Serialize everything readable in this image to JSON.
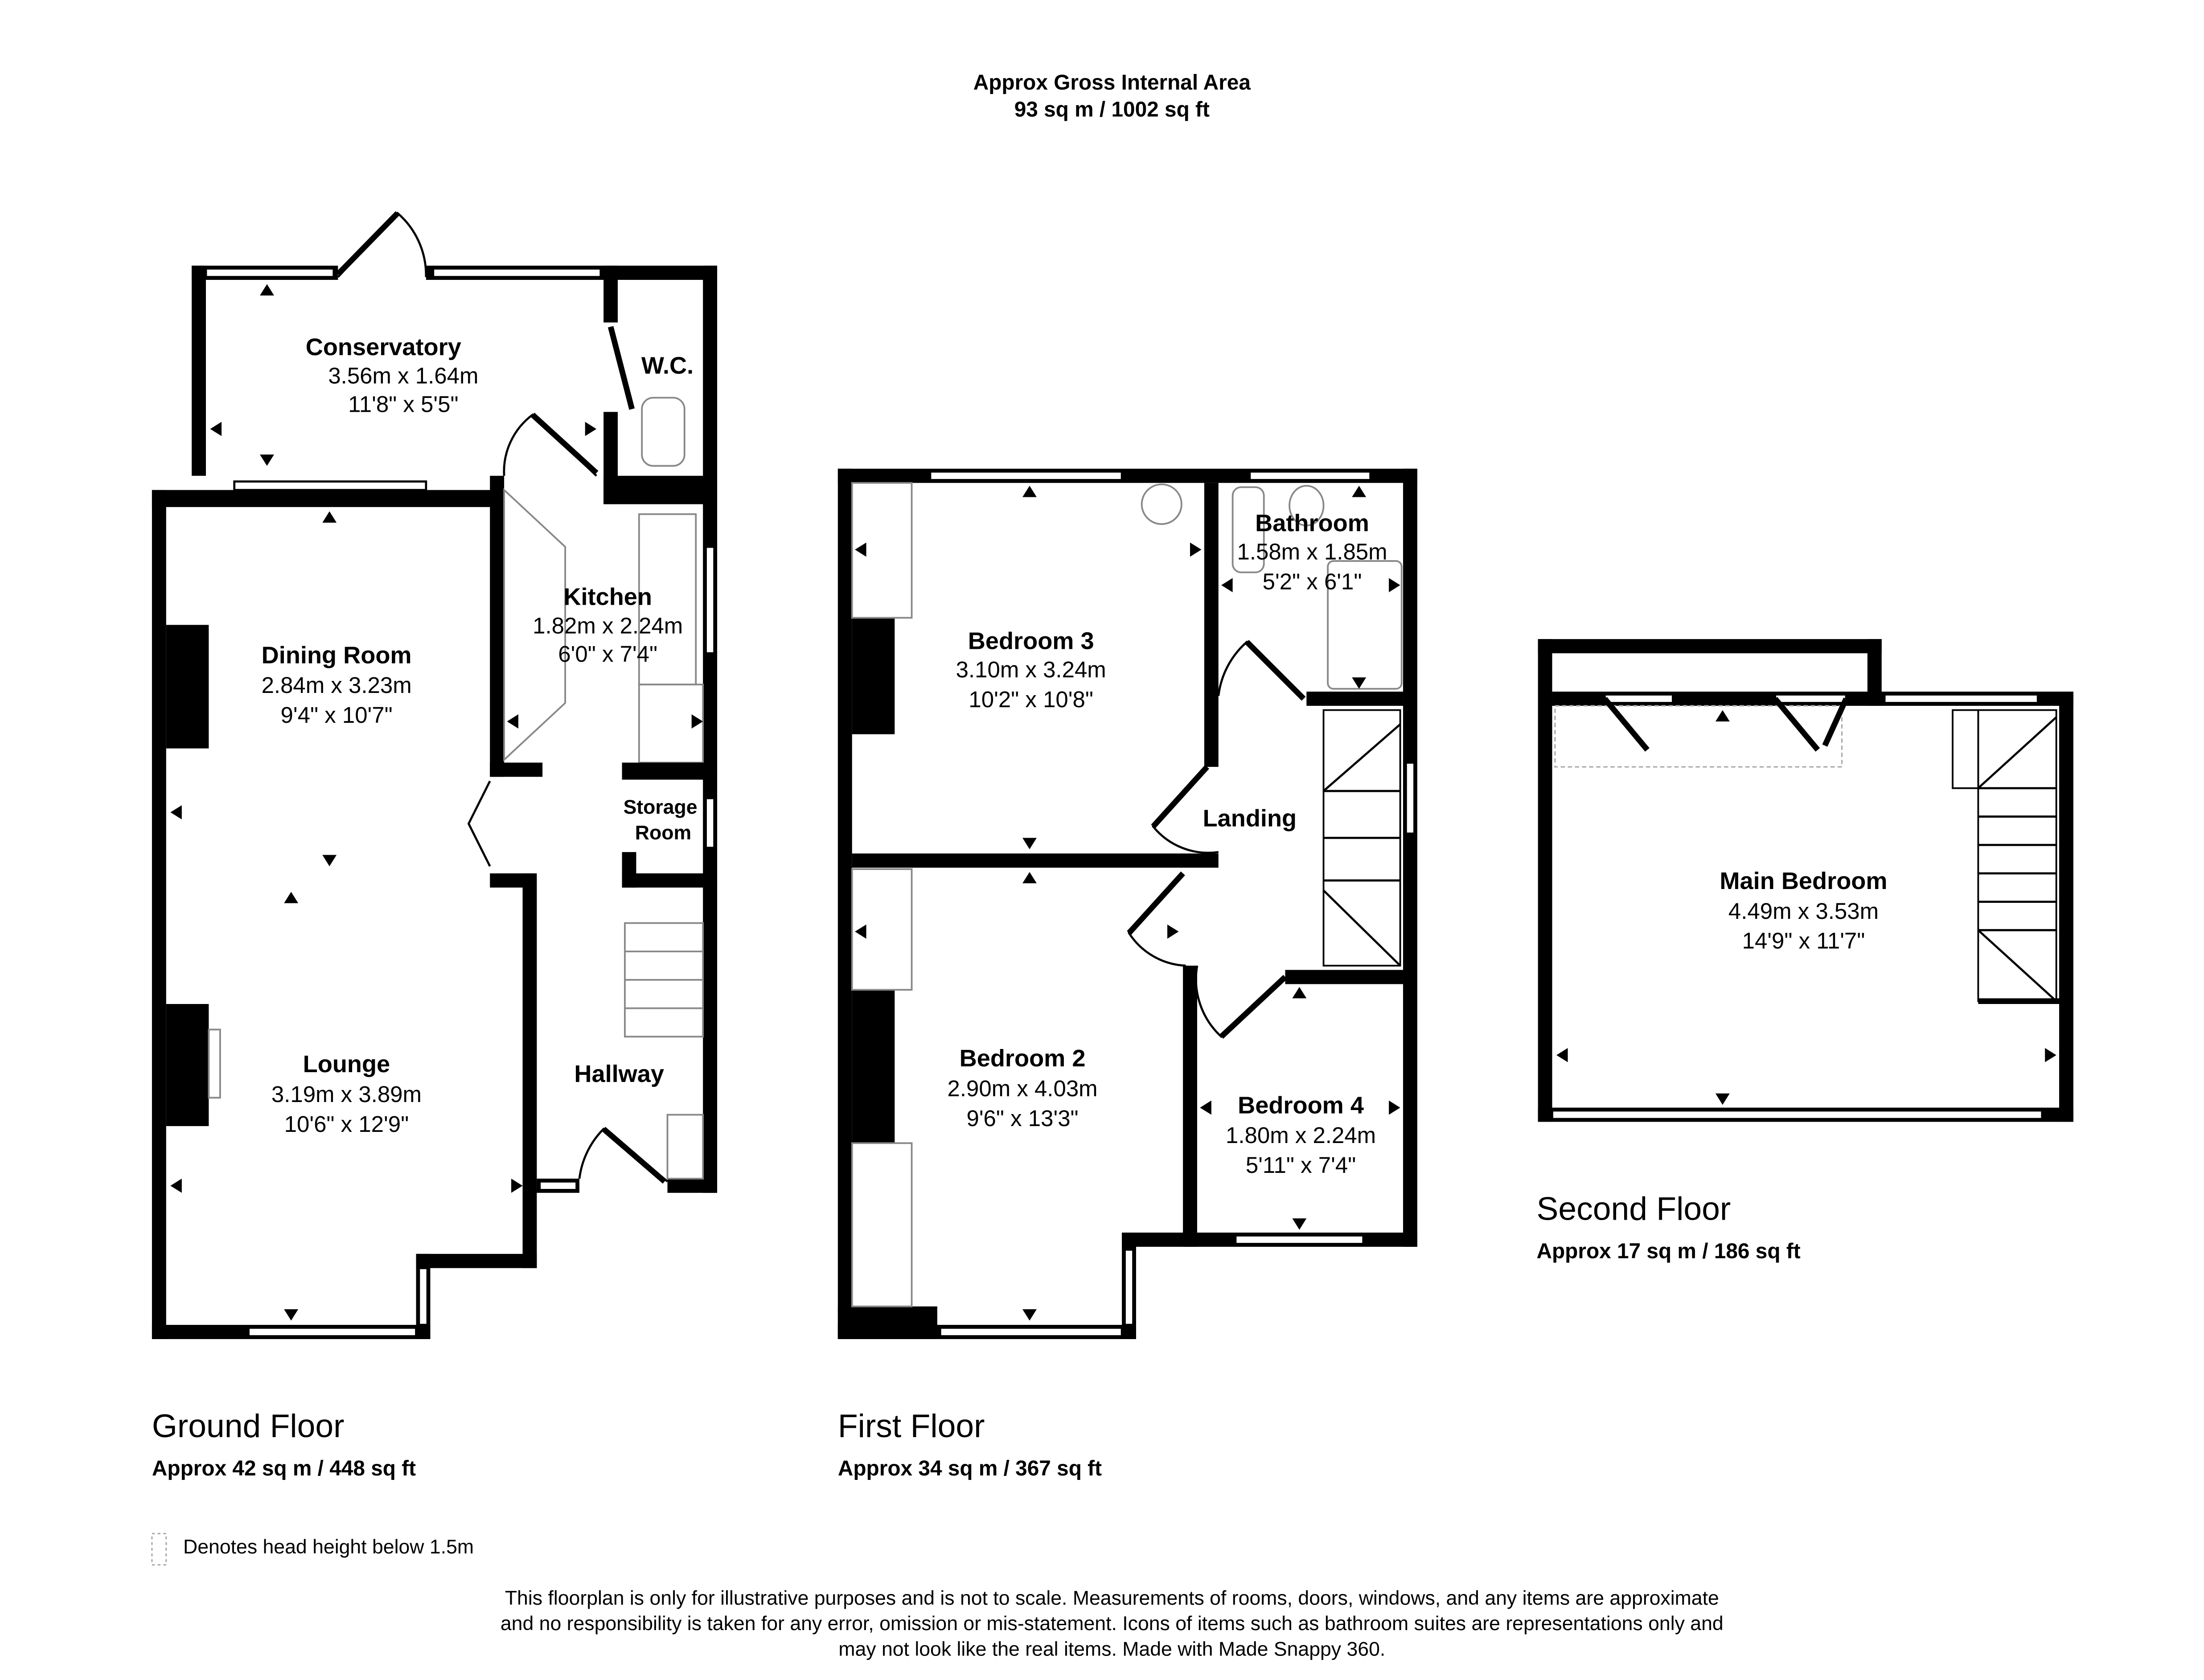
{
  "header": {
    "title": "Approx Gross Internal Area",
    "total": "93 sq m / 1002 sq ft"
  },
  "ground_floor": {
    "label": "Ground Floor",
    "area": "Approx 42 sq m / 448 sq ft",
    "rooms": [
      {
        "name": "Conservatory",
        "metric": "3.56m x 1.64m",
        "imperial": "11'8\" x 5'5\""
      },
      {
        "name": "W.C."
      },
      {
        "name": "Kitchen",
        "metric": "1.82m x 2.24m",
        "imperial": "6'0\" x 7'4\""
      },
      {
        "name": "Dining Room",
        "metric": "2.84m x 3.23m",
        "imperial": "9'4\" x 10'7\""
      },
      {
        "name": "Storage",
        "name2": "Room"
      },
      {
        "name": "Lounge",
        "metric": "3.19m x 3.89m",
        "imperial": "10'6\" x 12'9\""
      },
      {
        "name": "Hallway"
      }
    ]
  },
  "first_floor": {
    "label": "First Floor",
    "area": "Approx 34 sq m / 367 sq ft",
    "rooms": [
      {
        "name": "Bedroom 3",
        "metric": "3.10m x 3.24m",
        "imperial": "10'2\" x 10'8\""
      },
      {
        "name": "Bathroom",
        "metric": "1.58m x 1.85m",
        "imperial": "5'2\" x 6'1\""
      },
      {
        "name": "Landing"
      },
      {
        "name": "Bedroom 2",
        "metric": "2.90m x 4.03m",
        "imperial": "9'6\" x 13'3\""
      },
      {
        "name": "Bedroom 4",
        "metric": "1.80m x 2.24m",
        "imperial": "5'11\" x 7'4\""
      }
    ]
  },
  "second_floor": {
    "label": "Second Floor",
    "area": "Approx 17 sq m / 186 sq ft",
    "rooms": [
      {
        "name": "Main Bedroom",
        "metric": "4.49m x 3.53m",
        "imperial": "14'9\" x 11'7\""
      }
    ]
  },
  "legend": {
    "text": "Denotes head height below 1.5m"
  },
  "disclaimer": [
    "This floorplan is only for illustrative purposes and is not to scale. Measurements of rooms, doors, windows, and any items are approximate",
    "and no responsibility is taken for any error, omission or mis-statement. Icons of items such as bathroom suites are representations only and",
    "may not look like the real items. Made with Made Snappy 360."
  ]
}
